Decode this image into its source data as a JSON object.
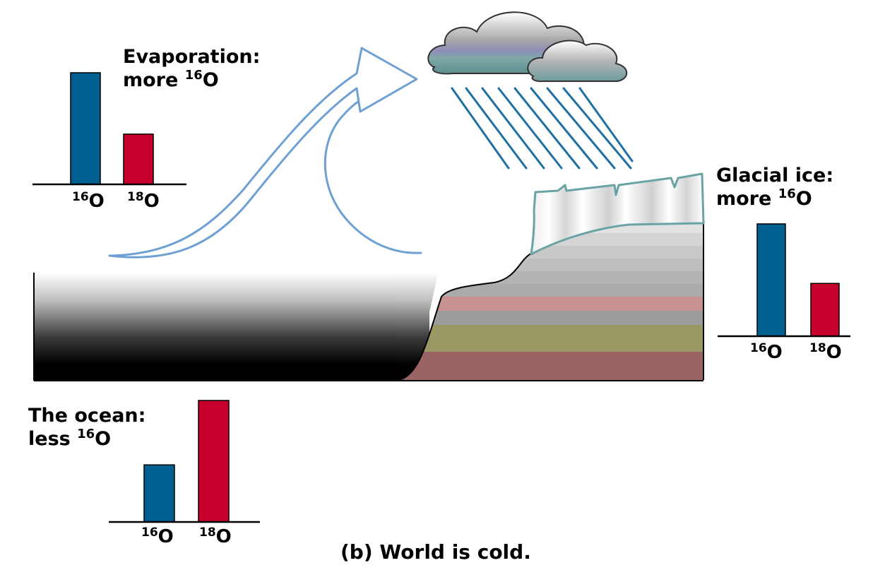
{
  "caption": "(b) World is cold.",
  "colors": {
    "o16": "#00608f",
    "o18": "#c8002e",
    "arrow": "#6fa0d4",
    "rain": "#1f6fa3",
    "ice_outline": "#6aa3a3"
  },
  "labels": {
    "evaporation": {
      "line1": "Evaporation:",
      "line2_prefix": "more ",
      "isotope_mass": "16",
      "isotope_symbol": "O"
    },
    "glacial": {
      "line1": "Glacial ice:",
      "line2_prefix": "more ",
      "isotope_mass": "16",
      "isotope_symbol": "O"
    },
    "ocean": {
      "line1": "The ocean:",
      "line2_prefix": "less ",
      "isotope_mass": "16",
      "isotope_symbol": "O"
    }
  },
  "isotopes": [
    {
      "mass": "16",
      "symbol": "O"
    },
    {
      "mass": "18",
      "symbol": "O"
    }
  ],
  "chart_data": [
    {
      "type": "bar",
      "name_ref": "evaporation",
      "categories": [
        "16O",
        "18O"
      ],
      "values": [
        1.0,
        0.45
      ]
    },
    {
      "type": "bar",
      "name_ref": "glacial_ice",
      "categories": [
        "16O",
        "18O"
      ],
      "values": [
        1.0,
        0.47
      ]
    },
    {
      "type": "bar",
      "name_ref": "ocean",
      "categories": [
        "16O",
        "18O"
      ],
      "values": [
        0.47,
        1.0
      ]
    }
  ]
}
